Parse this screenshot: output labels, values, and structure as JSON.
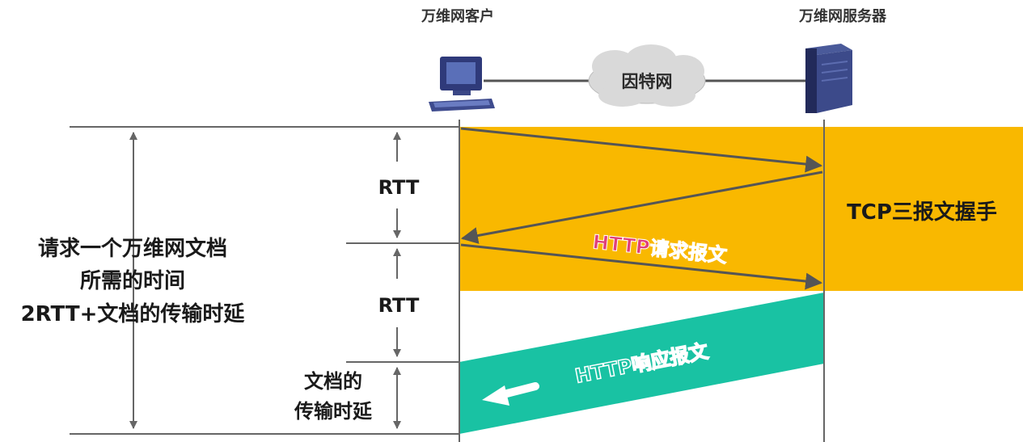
{
  "client_label": "万维网客户",
  "server_label": "万维网服务器",
  "internet_label": "因特网",
  "rtt_label_1": "RTT",
  "rtt_label_2": "RTT",
  "tcp_handshake_label": "TCP三报文握手",
  "http_request_label": "HTTP请求报文",
  "http_response_label": "HTTP响应报文",
  "total_time_lines": [
    "请求一个万维网文档",
    "所需的时间",
    "2RTT+文档的传输时延"
  ],
  "doc_delay_lines": [
    "文档的",
    "传输时延"
  ],
  "colors": {
    "handshake_band": "#F9B800",
    "response_band": "#19C2A3",
    "request_text": "#E0407A",
    "cloud": "#D9D9D9"
  },
  "icons": {
    "client": "computer-icon",
    "server": "server-tower-icon",
    "internet": "cloud-icon"
  }
}
